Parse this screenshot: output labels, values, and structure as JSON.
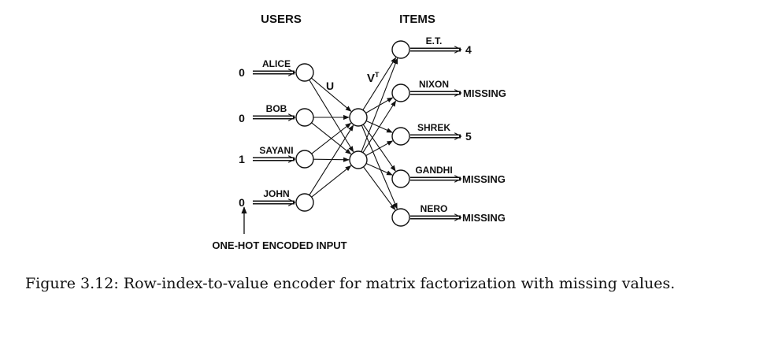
{
  "headers": {
    "users": "USERS",
    "items": "ITEMS"
  },
  "weights": {
    "u": "U",
    "v": "V",
    "v_sup": "T"
  },
  "users": [
    {
      "name": "ALICE",
      "input": "0"
    },
    {
      "name": "BOB",
      "input": "0"
    },
    {
      "name": "SAYANI",
      "input": "1"
    },
    {
      "name": "JOHN",
      "input": "0"
    }
  ],
  "items": [
    {
      "name": "E.T.",
      "output": "4"
    },
    {
      "name": "NIXON",
      "output": "MISSING"
    },
    {
      "name": "SHREK",
      "output": "5"
    },
    {
      "name": "GANDHI",
      "output": "MISSING"
    },
    {
      "name": "NERO",
      "output": "MISSING"
    }
  ],
  "input_note": "ONE-HOT ENCODED INPUT",
  "caption": "Figure 3.12: Row-index-to-value encoder for matrix factorization with missing values."
}
